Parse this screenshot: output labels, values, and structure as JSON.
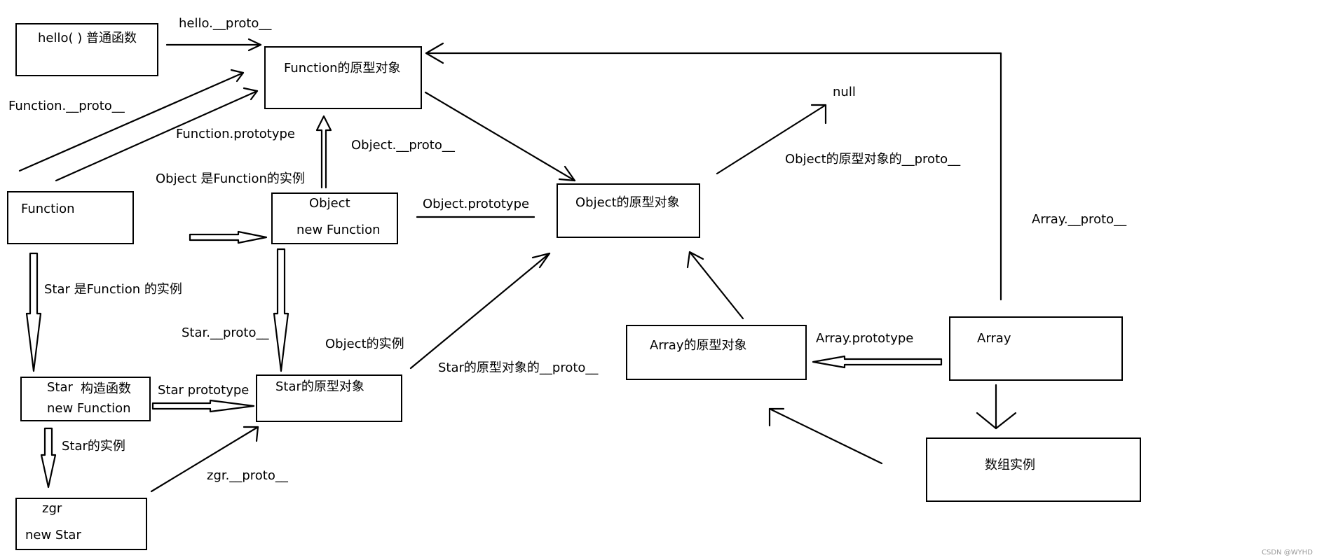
{
  "boxes": {
    "hello": "hello( ) 普通函数",
    "function_proto": "Function的原型对象",
    "function": "Function",
    "object_line1": "Object",
    "object_line2": "new Function",
    "object_proto": "Object的原型对象",
    "null": "null",
    "star_line1": "Star",
    "star_line2": "构造函数",
    "star_line3": "new Function",
    "star_proto": "Star的原型对象",
    "zgr_line1": "zgr",
    "zgr_line2": "new   Star",
    "array_proto": "Array的原型对象",
    "array": "Array",
    "array_instance": "数组实例"
  },
  "labels": {
    "hello_proto": "hello.__proto__",
    "function_dunder_proto": "Function.__proto__",
    "function_prototype": "Function.prototype",
    "object_dunder_proto": "Object.__proto__",
    "object_is_instance": "Object 是Function的实例",
    "object_prototype": "Object.prototype",
    "object_proto_dunder_proto": "Object的原型对象的__proto__",
    "array_dunder_proto": "Array.__proto__",
    "star_is_instance": "Star 是Function 的实例",
    "star_dunder_proto": "Star.__proto__",
    "object_instance": "Object的实例",
    "star_proto_dunder_proto": "Star的原型对象的__proto__",
    "array_prototype": "Array.prototype",
    "star_prototype": "Star prototype",
    "star_instance": "Star的实例",
    "zgr_dunder_proto": "zgr.__proto__"
  },
  "watermark": "CSDN @WYHD"
}
